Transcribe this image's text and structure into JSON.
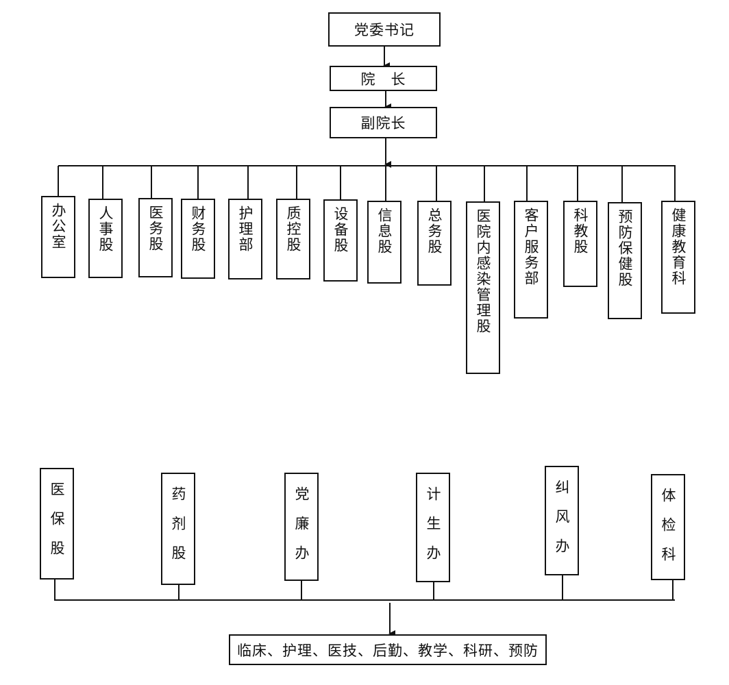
{
  "top": {
    "secretary": "党委书记",
    "president": "院　长",
    "vice_president": "副院长"
  },
  "departments": [
    "办公室",
    "人事股",
    "医务股",
    "财务股",
    "护理部",
    "质控股",
    "设备股",
    "信息股",
    "总务股",
    "医院内感染管理股",
    "客户服务部",
    "科教股",
    "预防保健股",
    "健康教育科"
  ],
  "bottom_units": [
    "医保股",
    "药剂股",
    "党廉办",
    "计生办",
    "纠风办",
    "体检科"
  ],
  "clinical": "临床、护理、医技、后勤、教学、科研、预防"
}
